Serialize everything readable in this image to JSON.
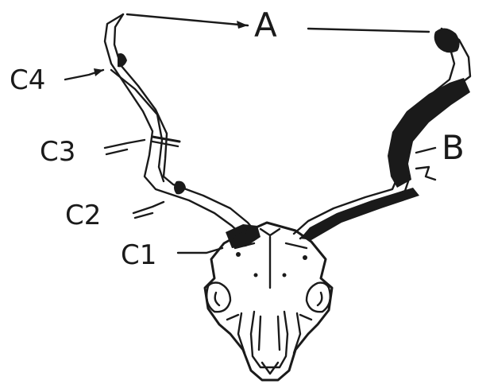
{
  "diagram": {
    "labels": {
      "A": "A",
      "B": "B",
      "C1": "C1",
      "C2": "C2",
      "C3": "C3",
      "C4": "C4"
    },
    "colors": {
      "ink": "#1a1a1a",
      "background": "#ffffff"
    }
  }
}
